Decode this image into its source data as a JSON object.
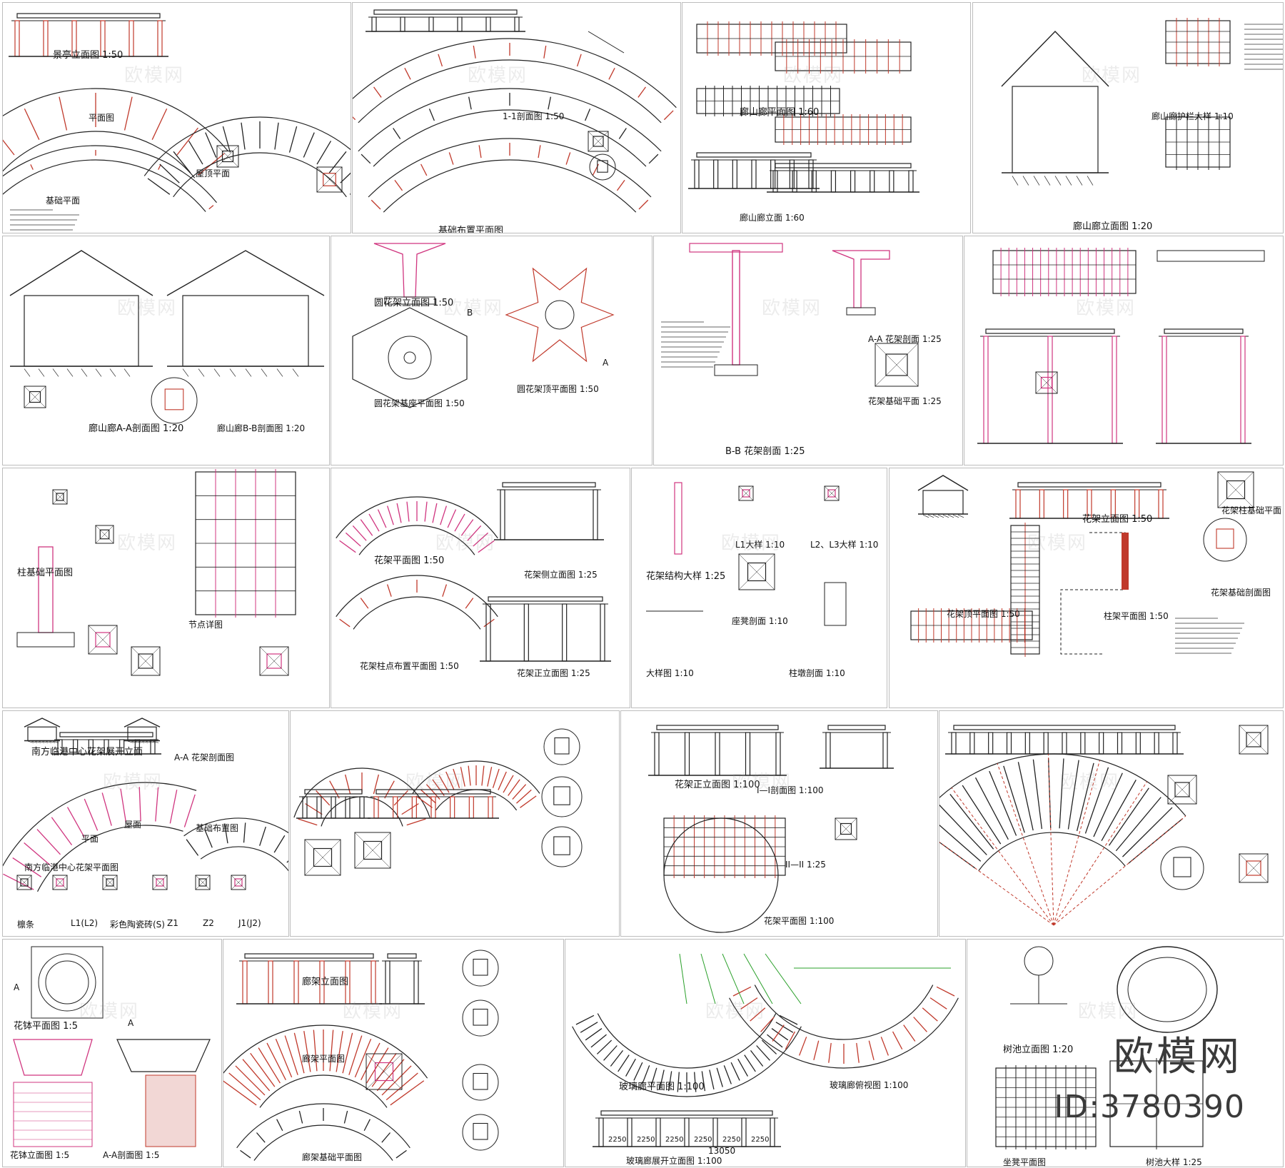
{
  "colors": {
    "line": "#222222",
    "accent_red": "#c0392b",
    "accent_magenta": "#d0357f",
    "accent_green": "#2aa02a",
    "watermark": "#9b9b9b"
  },
  "watermark": "欧模网",
  "brand": {
    "name": "欧模网",
    "id": "ID:3780390"
  },
  "sheets": [
    {
      "labels": [
        "景亭立面图 1:50",
        "平面图",
        "基础平面",
        "屋顶平面"
      ]
    },
    {
      "labels": [
        "基础布置平面图",
        "1-1剖面图 1:50"
      ]
    },
    {
      "labels": [
        "廊山廊平面图 1:60",
        "廊山廊立面 1:60"
      ]
    },
    {
      "labels": [
        "廊山廊立面图 1:20",
        "廊山廊护栏大样 1:10"
      ]
    },
    {
      "labels": [
        "廊山廊A-A剖面图 1:20",
        "廊山廊B-B剖面图 1:20"
      ]
    },
    {
      "labels": [
        "圆花架立面图 1:50",
        "圆花架基座平面图 1:50",
        "圆花架顶平面图 1:50",
        "B",
        "A"
      ]
    },
    {
      "labels": [
        "B-B 花架剖面 1:25",
        "A-A 花架剖面 1:25",
        "花架基础平面 1:25"
      ]
    },
    {
      "labels": []
    },
    {
      "labels": [
        "柱基础平面图",
        "节点详图"
      ]
    },
    {
      "labels": [
        "花架平面图 1:50",
        "花架侧立面图 1:25",
        "花架柱点布置平面图 1:50",
        "花架正立面图 1:25"
      ]
    },
    {
      "labels": [
        "花架结构大样 1:25",
        "L1大样 1:10",
        "L2、L3大样 1:10",
        "座凳剖面 1:10",
        "大样图 1:10",
        "柱墩剖面 1:10"
      ]
    },
    {
      "labels": [
        "花架立面图 1:50",
        "花架柱基础平面",
        "花架基础剖面图",
        "花架顶平面图 1:50",
        "柱架平面图 1:50"
      ]
    },
    {
      "labels": [
        "南方临港中心花架展开立面",
        "A-A 花架剖面图",
        "南方临港中心花架平面图",
        "平面",
        "屋面",
        "基础布置图",
        "檩条",
        "L1(L2)",
        "彩色陶瓷砖(S)",
        "Z1",
        "Z2",
        "J1(J2)"
      ]
    },
    {
      "labels": []
    },
    {
      "labels": [
        "花架正立面图 1:100",
        "I—I剖面图 1:100",
        "II—II 1:25",
        "花架平面图 1:100"
      ]
    },
    {
      "labels": []
    },
    {
      "labels": [
        "花钵平面图 1:5",
        "花钵立面图 1:5",
        "A-A剖面图 1:5",
        "A",
        "A"
      ]
    },
    {
      "labels": [
        "廊架立面图",
        "廊架平面图",
        "廊架基础平面图"
      ]
    },
    {
      "labels": [
        "玻璃廊平面图 1:100",
        "玻璃廊俯视图 1:100",
        "玻璃廊展开立面图 1:100",
        "13050"
      ],
      "dims": [
        "2250",
        "2250",
        "2250",
        "2250",
        "2250",
        "2250"
      ]
    },
    {
      "labels": [
        "树池立面图 1:20",
        "坐凳平面图",
        "树池大样 1:25"
      ]
    }
  ]
}
